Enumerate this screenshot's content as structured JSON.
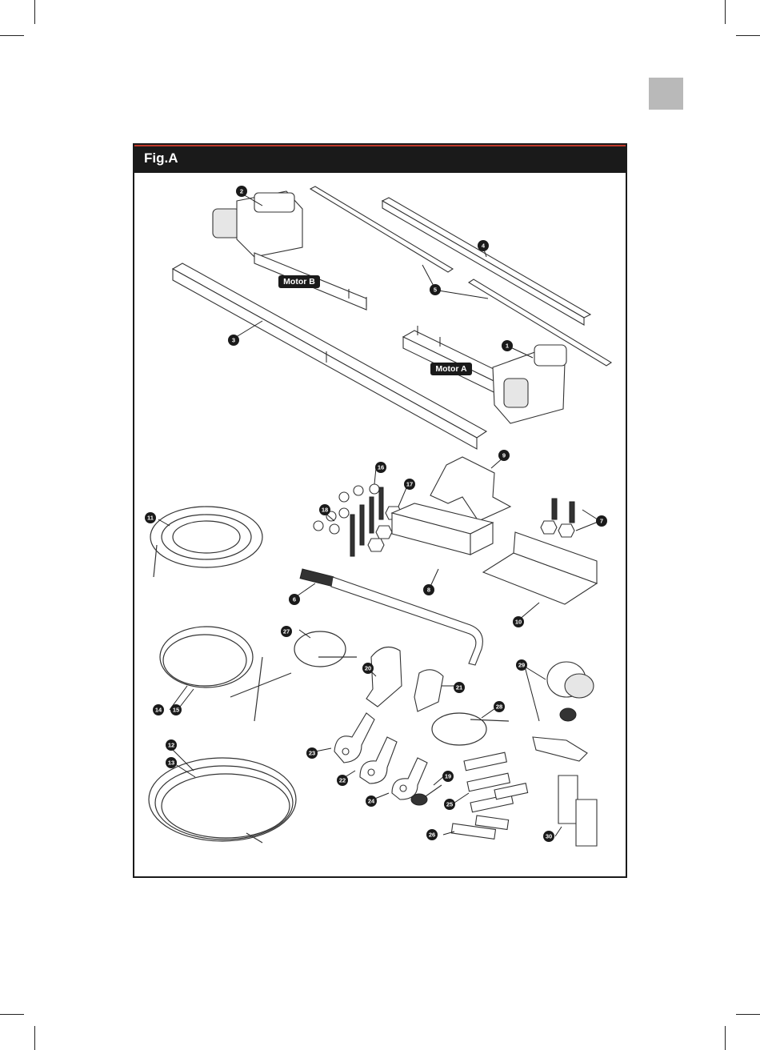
{
  "figure": {
    "title": "Fig.A",
    "motor_labels": {
      "motor_a": "Motor A",
      "motor_b": "Motor B"
    },
    "callouts": [
      "1",
      "2",
      "3",
      "4",
      "5",
      "6",
      "7",
      "8",
      "9",
      "10",
      "11",
      "12",
      "13",
      "14",
      "15",
      "16",
      "17",
      "18",
      "19",
      "20",
      "21",
      "22",
      "23",
      "24",
      "25",
      "26",
      "27",
      "28",
      "29",
      "30"
    ]
  },
  "colors": {
    "header": "#1a1a1a",
    "accent": "#c0392b",
    "tab_marker": "#b9b9b9"
  }
}
